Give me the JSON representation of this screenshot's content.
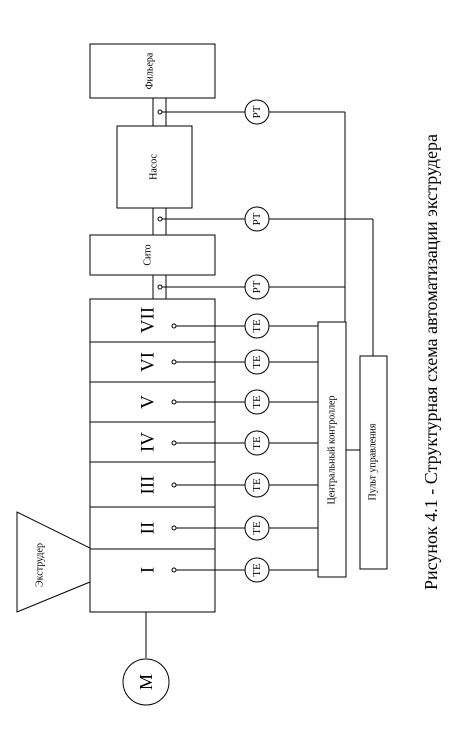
{
  "caption": "Рисунок 4.1 - Структурная схема автоматизации экструдера",
  "blocks": {
    "extruder": "Экструдер",
    "motor": "М",
    "screen": "Сито",
    "pump": "Насос",
    "die": "Фильера",
    "central_controller": "Центральный контроллер",
    "control_panel": "Пульт управления"
  },
  "zones": [
    "I",
    "II",
    "III",
    "IV",
    "V",
    "VI",
    "VII"
  ],
  "temperature_sensor": "TE",
  "pressure_sensor": "PT"
}
